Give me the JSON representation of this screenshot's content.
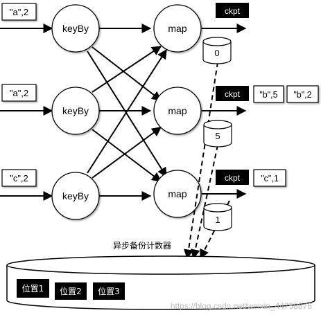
{
  "input_records": [
    "\"a\",2",
    "\"a\",2",
    "\"c\",2"
  ],
  "keyby_nodes": [
    "keyBy",
    "keyBy",
    "keyBy"
  ],
  "map_nodes": [
    "map",
    "map",
    "map"
  ],
  "checkpoint_barriers": [
    "ckpt",
    "ckpt",
    "ckpt"
  ],
  "output_records": {
    "row2": [
      "\"b\",5",
      "\"b\",2"
    ],
    "row3": [
      "\"c\",1"
    ]
  },
  "state_values": [
    "0",
    "5",
    "1"
  ],
  "storage": {
    "caption": "异步备份计数器",
    "slots": [
      "位置1",
      "位置2",
      "位置3"
    ]
  },
  "watermark": "https://blog.csdn.net/weixin_44758876"
}
